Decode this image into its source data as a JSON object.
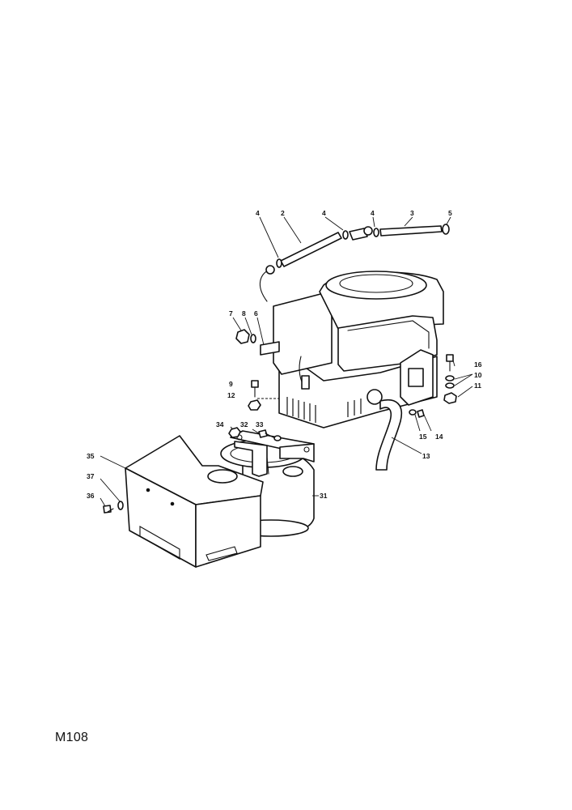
{
  "sheet": {
    "code": "M108"
  },
  "callouts": [
    {
      "id": "c2",
      "text": "2"
    },
    {
      "id": "c3",
      "text": "3"
    },
    {
      "id": "c4a",
      "text": "4"
    },
    {
      "id": "c4b",
      "text": "4"
    },
    {
      "id": "c4c",
      "text": "4"
    },
    {
      "id": "c5",
      "text": "5"
    },
    {
      "id": "c6",
      "text": "6"
    },
    {
      "id": "c7",
      "text": "7"
    },
    {
      "id": "c8",
      "text": "8"
    },
    {
      "id": "c9",
      "text": "9"
    },
    {
      "id": "c10",
      "text": "10"
    },
    {
      "id": "c11",
      "text": "11"
    },
    {
      "id": "c12",
      "text": "12"
    },
    {
      "id": "c13",
      "text": "13"
    },
    {
      "id": "c14",
      "text": "14"
    },
    {
      "id": "c15",
      "text": "15"
    },
    {
      "id": "c16",
      "text": "16"
    },
    {
      "id": "c31",
      "text": "31"
    },
    {
      "id": "c32",
      "text": "32"
    },
    {
      "id": "c33",
      "text": "33"
    },
    {
      "id": "c34",
      "text": "34"
    },
    {
      "id": "c35",
      "text": "35"
    },
    {
      "id": "c36",
      "text": "36"
    },
    {
      "id": "c37",
      "text": "37"
    }
  ]
}
